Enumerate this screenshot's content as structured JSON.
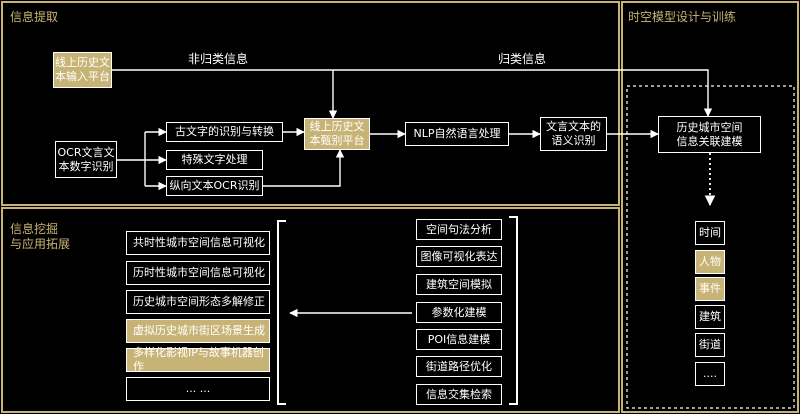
{
  "sections": {
    "extraction": "信息提取",
    "modeling": "时空模型设计与训练",
    "mining": "信息挖掘\n与应用拓展"
  },
  "nodes": {
    "online_input": "线上历史文\n本输入平台",
    "ocr": "OCR文言文\n本数字识别",
    "ancient_char": "古文字的识别与转换",
    "special_char": "特殊文字处理",
    "vertical_ocr": "纵向文本OCR识别",
    "screening": "线上历史文\n本甄别平台",
    "nlp": "NLP自然语言处理",
    "semantic": "文言文本的\n语义识别",
    "association": "历史城市空间\n信息关联建模"
  },
  "edge_labels": {
    "non_classified": "非归类信息",
    "classified": "归类信息"
  },
  "dimensions": [
    "时间",
    "人物",
    "事件",
    "建筑",
    "街道",
    "...."
  ],
  "techniques": [
    "空间句法分析",
    "图像可视化表达",
    "建筑空间模拟",
    "参数化建模",
    "POI信息建模",
    "街道路径优化",
    "信息交集检索"
  ],
  "applications": [
    "共时性城市空间信息可视化",
    "历时性城市空间信息可视化",
    "历史城市空间形态多解修正",
    "虚拟历史城市街区场景生成",
    "多样化影视IP与故事机器创作",
    "... ..."
  ],
  "colors": {
    "gold": "#c8b377",
    "line": "#ffffff",
    "background": "#000000"
  }
}
